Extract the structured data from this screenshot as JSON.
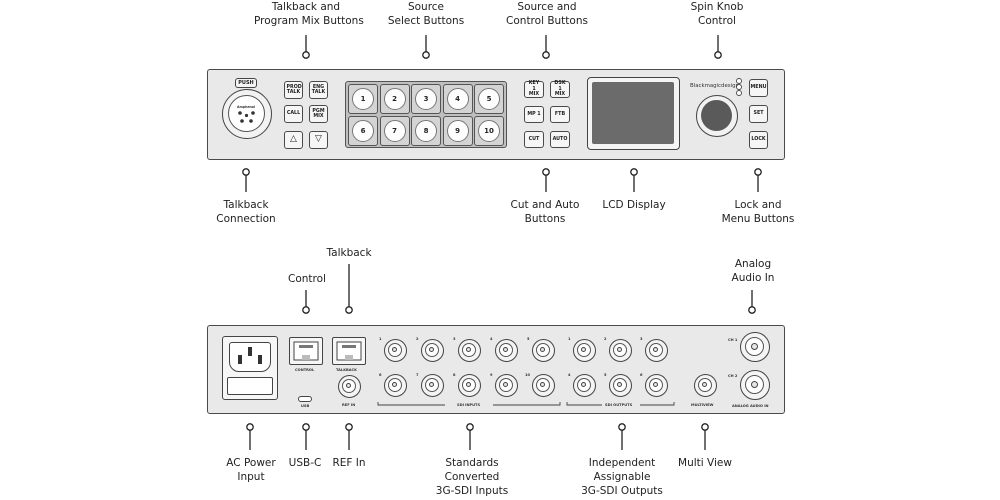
{
  "callouts": {
    "talkback_program_mix": [
      "Talkback and",
      "Program Mix Buttons"
    ],
    "source_select": [
      "Source",
      "Select Buttons"
    ],
    "source_control": [
      "Source and",
      "Control  Buttons"
    ],
    "spin_knob": [
      "Spin Knob",
      "Control"
    ],
    "talkback_connection": [
      "Talkback",
      "Connection"
    ],
    "cut_auto": [
      "Cut and Auto",
      "Buttons"
    ],
    "lcd_display": [
      "LCD Display"
    ],
    "lock_menu": [
      "Lock and",
      "Menu Buttons"
    ],
    "control": [
      "Control"
    ],
    "talkback": [
      "Talkback"
    ],
    "analog_audio_in": [
      "Analog",
      "Audio In"
    ],
    "ac_power": [
      "AC Power",
      "Input"
    ],
    "usb_c": [
      "USB-C"
    ],
    "ref_in": [
      "REF In"
    ],
    "sdi_inputs": [
      "Standards",
      "Converted",
      "3G-SDI Inputs"
    ],
    "sdi_outputs": [
      "Independent",
      "Assignable",
      "3G-SDI Outputs"
    ],
    "multi_view": [
      "Multi View"
    ]
  },
  "front_panel": {
    "push_label": "PUSH",
    "xlr_label": "Amphenol",
    "talk_buttons": [
      "PROD TALK",
      "ENG TALK",
      "CALL",
      "PGM MIX"
    ],
    "arrow_up": "△",
    "arrow_down": "▽",
    "source_keys": [
      "1",
      "2",
      "3",
      "4",
      "5",
      "6",
      "7",
      "8",
      "9",
      "10"
    ],
    "control_buttons": [
      "KEY 1 MIX",
      "DSK 1 MIX",
      "MP 1",
      "FTB",
      "CUT",
      "AUTO"
    ],
    "brand": "Blackmagicdesign",
    "side_buttons": [
      "MENU",
      "SET",
      "LOCK"
    ]
  },
  "rear_panel": {
    "labels": {
      "control": "CONTROL",
      "talkback": "TALKBACK",
      "usb": "USB",
      "ref_in": "REF IN",
      "sdi_inputs": "SDI INPUTS",
      "sdi_outputs": "SDI OUTPUTS",
      "multiview": "MULTIVIEW",
      "analog_audio_in": "ANALOG AUDIO IN",
      "ch1": "CH 1",
      "ch2": "CH 2"
    },
    "sdi_input_numbers": [
      "1",
      "2",
      "3",
      "4",
      "5",
      "6",
      "7",
      "8",
      "9",
      "10"
    ],
    "sdi_output_numbers": [
      "1",
      "2",
      "3",
      "4",
      "5",
      "6"
    ]
  }
}
